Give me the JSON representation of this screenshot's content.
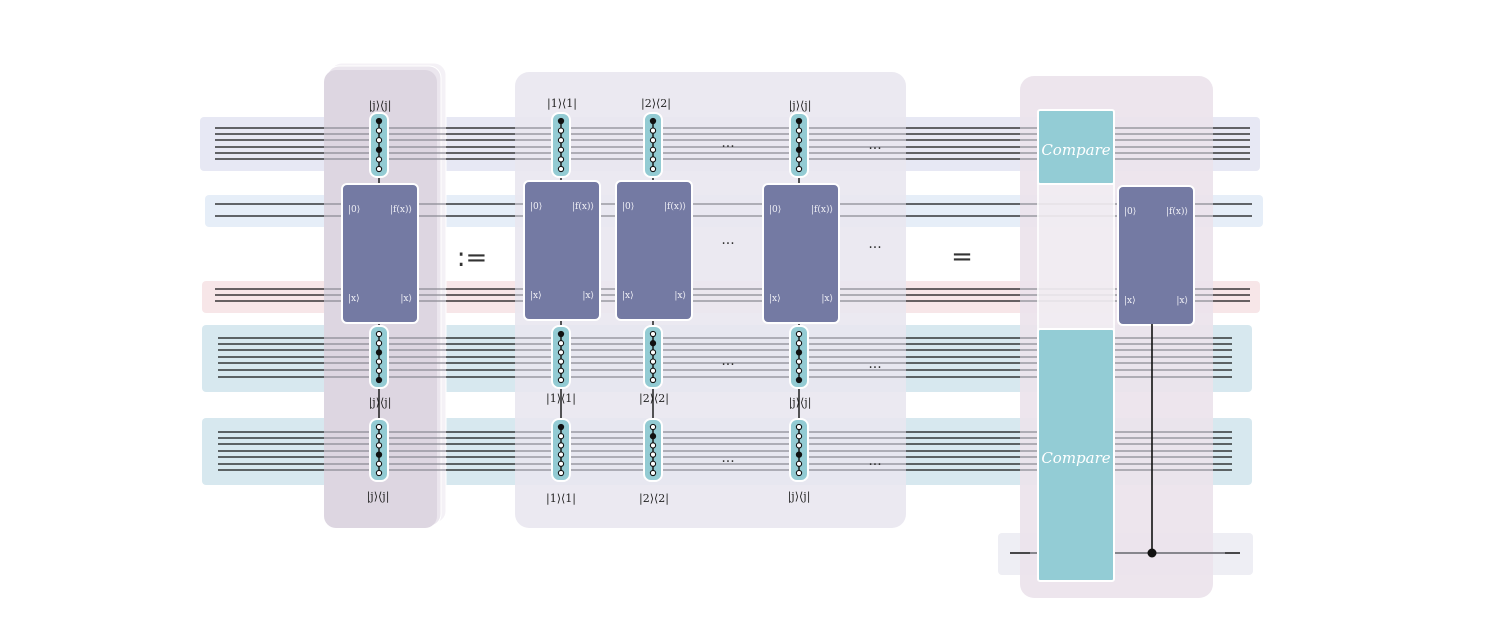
{
  "equation": {
    "define_symbol": ":=",
    "equals_symbol": "="
  },
  "ellipsis": "···",
  "oracle": {
    "in_top": "|0⟩",
    "out_top": "|f(x)⟩",
    "in_bottom": "|x⟩",
    "out_bottom": "|x⟩"
  },
  "projectors": {
    "generic": "|j⟩⟨j|",
    "first": "|1⟩⟨1|",
    "second": "|2⟩⟨2|"
  },
  "compare_label": "Compare",
  "colors": {
    "oracle_fill": "#747aa3",
    "control_fill": "#93cbd3",
    "compare_fill": "#93ccd5",
    "panel_bg": "#ece9f0",
    "register_top_bg": "#e7e8f4",
    "register_mid_bg": "#e6eef8",
    "register_x_bg": "#f7e6e8",
    "register_anc_bg": "#d7e8ef"
  }
}
